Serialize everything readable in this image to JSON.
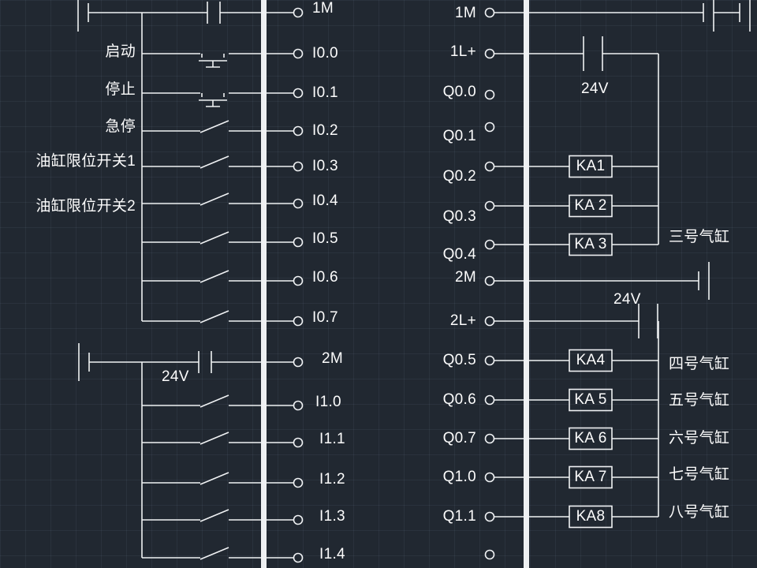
{
  "colors": {
    "background": "#212831",
    "line": "#f0f2f4",
    "text": "#ffffff"
  },
  "input_section": {
    "device_labels": [
      "启动",
      "停止",
      "急停",
      "油缸限位开关1",
      "油缸限位开关2"
    ],
    "terminal_labels": [
      "1M",
      "I0.0",
      "I0.1",
      "I0.2",
      "I0.3",
      "I0.4",
      "I0.5",
      "I0.6",
      "I0.7",
      "2M",
      "I1.0",
      "I1.1",
      "I1.2",
      "I1.3",
      "I1.4"
    ],
    "voltage_label": "24V"
  },
  "output_section": {
    "terminal_labels": [
      "1M",
      "1L+",
      "Q0.0",
      "Q0.1",
      "Q0.2",
      "Q0.3",
      "Q0.4",
      "2M",
      "2L+",
      "Q0.5",
      "Q0.6",
      "Q0.7",
      "Q1.0",
      "Q1.1"
    ],
    "relay_labels": [
      "KA1",
      "KA 2",
      "KA 3",
      "KA4",
      "KA 5",
      "KA 6",
      "KA 7",
      "KA8"
    ],
    "cylinder_labels": [
      "三号气缸",
      "四号气缸",
      "五号气缸",
      "六号气缸",
      "七号气缸",
      "八号气缸"
    ],
    "voltage_label_top": "24V",
    "voltage_label_bottom": "24V"
  }
}
